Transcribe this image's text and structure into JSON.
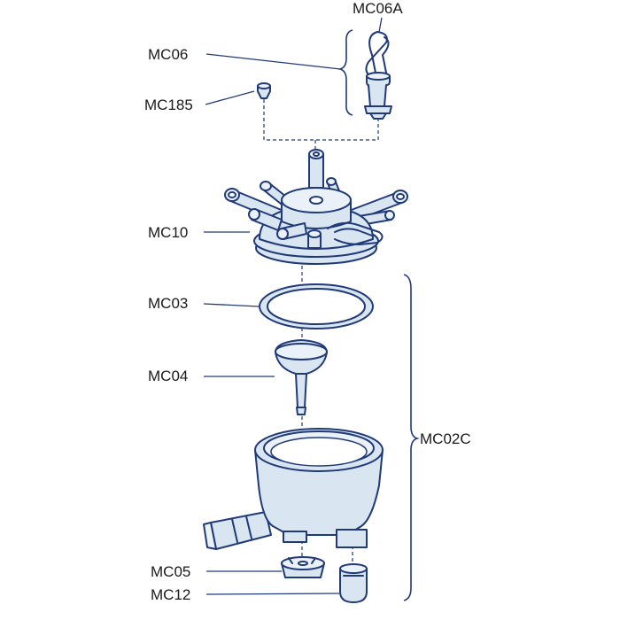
{
  "labels": {
    "mc06a": "MC06A",
    "mc06": "MC06",
    "mc185": "MC185",
    "mc10": "MC10",
    "mc03": "MC03",
    "mc04": "MC04",
    "mc02c": "MC02C",
    "mc05": "MC05",
    "mc12": "MC12"
  },
  "colors": {
    "outline": "#203a78",
    "fill": "#d9e6f2",
    "fill_light": "#eaf1f8",
    "text": "#1a1a1a"
  }
}
